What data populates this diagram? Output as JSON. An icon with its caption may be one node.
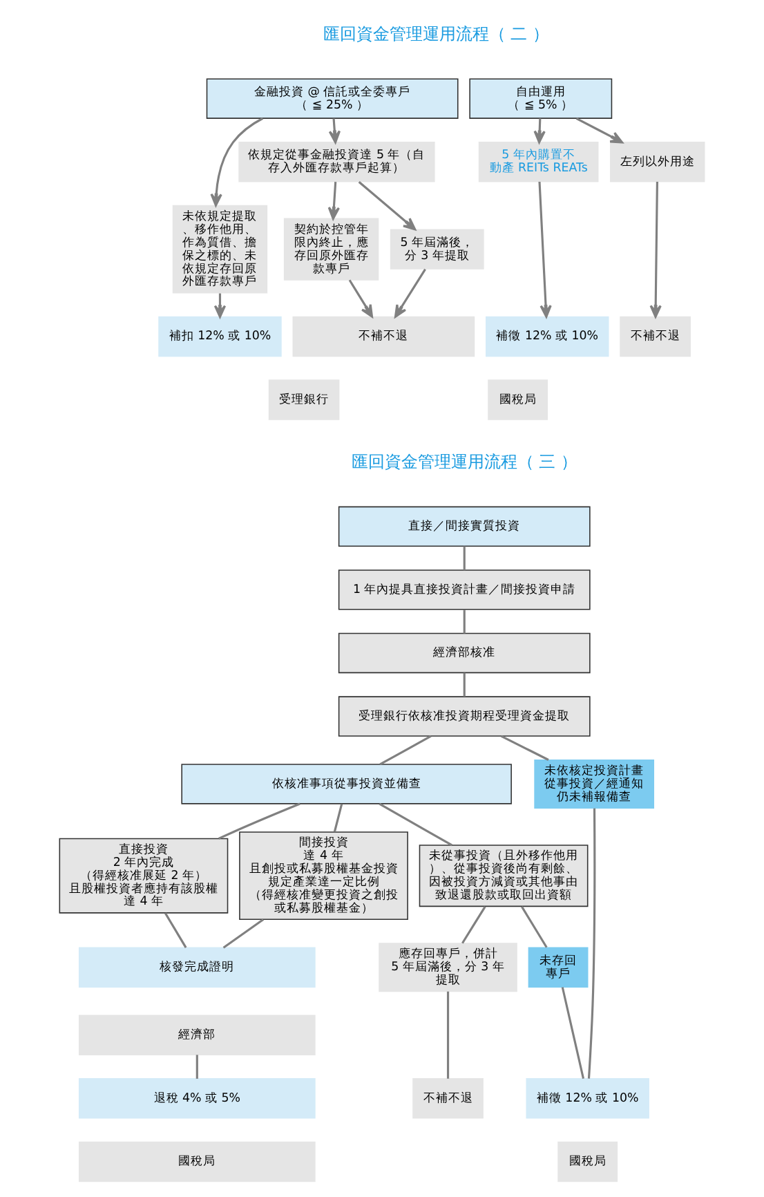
{
  "diagram": {
    "nodes": [
      {
        "text": [
          "金融投資 @ 信託或全委專戶",
          "（ ≦ 25% ）"
        ]
      },
      {
        "text": [
          "自由運用",
          "（ ≦ 5% ）"
        ]
      },
      {
        "text": [
          "未依規定提取、移作他用、作為質借、擔保之標的、未依規定存回原外匯存款專戶"
        ]
      },
      {
        "text": [
          "依規定從事金融投資達 5 年（自存入外匯存款專戶起算）"
        ]
      },
      {
        "text": [
          "契約於控管年限內終止，應存回原外匯存款專戶"
        ]
      },
      {
        "text": [
          "5 年屆滿後，分 3 年提取"
        ]
      },
      {
        "text": [
          "5 年內購置不動產 REITs REATs"
        ]
      },
      {
        "text": [
          "左列以外用途"
        ]
      },
      {
        "text": [
          "補扣 12% 或 10%"
        ]
      },
      {
        "text": [
          "受理銀行"
        ]
      },
      {
        "text": [
          "不補不退"
        ]
      },
      {
        "text": [
          "補徵 12% 或 10%"
        ]
      },
      {
        "text": [
          "國稅局"
        ]
      },
      {
        "text": [
          "不補不退"
        ]
      },
      {
        "text": [
          "直接／間接實質投資"
        ]
      },
      {
        "text": [
          "1 年內提具直接投資計畫／間接投資申請"
        ]
      },
      {
        "text": [
          "經濟部核准"
        ]
      },
      {
        "text": [
          "受理銀行依核准投資期程受理資金提取"
        ]
      },
      {
        "text": [
          "依核准事項從事投資並備查"
        ]
      },
      {
        "text": [
          "未依核定投資計畫從事投資／經通知仍未補報備查"
        ]
      },
      {
        "text": [
          "直接投資",
          "2 年內完成",
          "（得經核准展延 2 年）",
          "且股權投資者應持有該股權達 4 年"
        ]
      },
      {
        "text": [
          "間接投資",
          "達 4 年",
          "且創投或私募股權基金投資規定產業達一定比例",
          "（得經核准變更投資之創投或私募股權基金）"
        ]
      },
      {
        "text": [
          "未從事投資（且外移作他用）、從事投資後尚有剩餘、因被投資方減資或其他事由致退還股款或取回出資額"
        ]
      },
      {
        "text": [
          "核發完成證明"
        ]
      },
      {
        "text": [
          "經濟部"
        ]
      },
      {
        "text": [
          "應存回專戶，併計 5 年屆滿後，分 3 年提取"
        ]
      },
      {
        "text": [
          "未存回專戶"
        ]
      },
      {
        "text": [
          "退稅 4% 或 5%"
        ]
      },
      {
        "text": [
          "國稅局"
        ]
      },
      {
        "text": [
          "不補不退"
        ]
      },
      {
        "text": [
          "補徵 12% 或 10%"
        ]
      },
      {
        "text": [
          "國稅局"
        ]
      }
    ],
    "edges": [
      {
        "from": 0,
        "to": 2,
        "arrow": "to"
      },
      {
        "from": 0,
        "to": 3,
        "arrow": "to"
      },
      {
        "from": 3,
        "to": 4,
        "arrow": "to"
      },
      {
        "from": 3,
        "to": 5,
        "arrow": "to"
      },
      {
        "from": 1,
        "to": 6,
        "arrow": "to"
      },
      {
        "from": 1,
        "to": 7,
        "arrow": "to"
      },
      {
        "from": 2,
        "to": 8,
        "arrow": "to"
      },
      {
        "from": 4,
        "to": 10,
        "arrow": "to"
      },
      {
        "from": 5,
        "to": 10,
        "arrow": "to"
      },
      {
        "from": 6,
        "to": 11,
        "arrow": "to"
      },
      {
        "from": 7,
        "to": 13,
        "arrow": "to"
      },
      {
        "from": 14,
        "to": 15,
        "arrow": "none"
      },
      {
        "from": 15,
        "to": 16,
        "arrow": "none"
      },
      {
        "from": 16,
        "to": 17,
        "arrow": "none"
      },
      {
        "from": 17,
        "to": 18,
        "arrow": "none"
      },
      {
        "from": 17,
        "to": 19,
        "arrow": "none"
      },
      {
        "from": 18,
        "to": 20,
        "arrow": "none"
      },
      {
        "from": 18,
        "to": 21,
        "arrow": "none"
      },
      {
        "from": 18,
        "to": 22,
        "arrow": "none"
      },
      {
        "from": 20,
        "to": 23,
        "arrow": "none"
      },
      {
        "from": 21,
        "to": 23,
        "arrow": "none"
      },
      {
        "from": 22,
        "to": 25,
        "arrow": "none"
      },
      {
        "from": 22,
        "to": 26,
        "arrow": "none"
      },
      {
        "from": 24,
        "to": 27,
        "arrow": "none"
      },
      {
        "from": 25,
        "to": 29,
        "arrow": "none"
      },
      {
        "from": 26,
        "to": 30,
        "arrow": "none"
      },
      {
        "from": 19,
        "to": 30,
        "arrow": "none"
      }
    ],
    "labels": [
      "匯回資金管理運用流程（ 二 ）",
      "匯回資金管理運用流程（ 三 ）"
    ]
  }
}
